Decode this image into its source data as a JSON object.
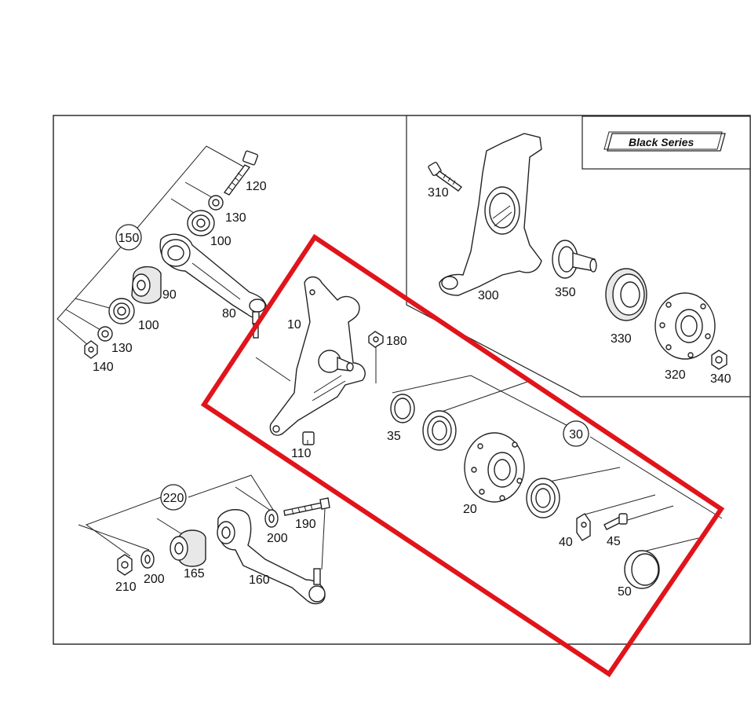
{
  "badge": {
    "label": "Black Series"
  },
  "highlight": {
    "color": "#e0141b"
  },
  "callouts": {
    "c10": "10",
    "c20": "20",
    "c30": "30",
    "c35": "35",
    "c40": "40",
    "c45": "45",
    "c50": "50",
    "c80": "80",
    "c90": "90",
    "c100a": "100",
    "c100b": "100",
    "c110": "110",
    "c120": "120",
    "c130a": "130",
    "c130b": "130",
    "c140": "140",
    "c150": "150",
    "c160": "160",
    "c165": "165",
    "c180": "180",
    "c190": "190",
    "c200a": "200",
    "c200b": "200",
    "c210": "210",
    "c220": "220",
    "c300": "300",
    "c310": "310",
    "c320": "320",
    "c330": "330",
    "c340": "340",
    "c350": "350"
  }
}
